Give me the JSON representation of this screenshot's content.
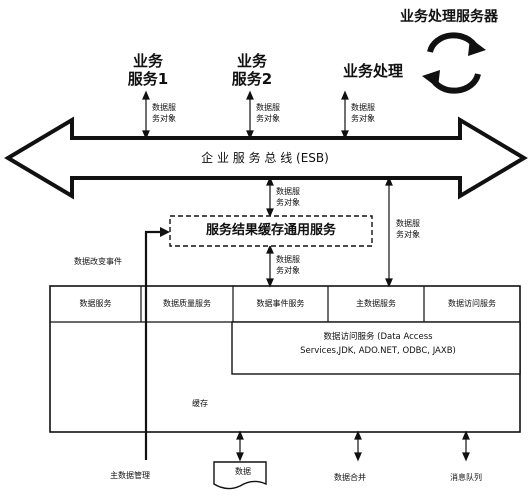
{
  "processor": {
    "title": "业务处理服务器"
  },
  "services": [
    {
      "line1": "业务",
      "line2": "服务1",
      "obj1": "数据服",
      "obj2": "务对象"
    },
    {
      "line1": "业务",
      "line2": "服务2",
      "obj1": "数据服",
      "obj2": "务对象"
    },
    {
      "line1": "业务处理",
      "line2": "",
      "obj1": "数据服",
      "obj2": "务对象"
    }
  ],
  "esb": {
    "label": "企 业 服 务 总 线 (ESB)"
  },
  "mid_obj": {
    "line1": "数据服",
    "line2": "务对象"
  },
  "cache_service": {
    "label": "服务结果缓存通用服务"
  },
  "lower_obj": {
    "line1": "数据服",
    "line2": "务对象"
  },
  "right_obj": {
    "line1": "数据服",
    "line2": "务对象"
  },
  "data_change": {
    "label": "数据改变事件"
  },
  "layer_boxes": [
    "数据服务",
    "数据质量服务",
    "数据事件服务",
    "主数据服务",
    "数据访问服务"
  ],
  "access_service": {
    "line1": "数据访问服务 (Data Access",
    "line2": "Services,JDK, ADO.NET, ODBC, JAXB)"
  },
  "cache_label": "缓存",
  "bottom": [
    "主数据管理",
    "数据",
    "数据合并",
    "消息队列"
  ]
}
